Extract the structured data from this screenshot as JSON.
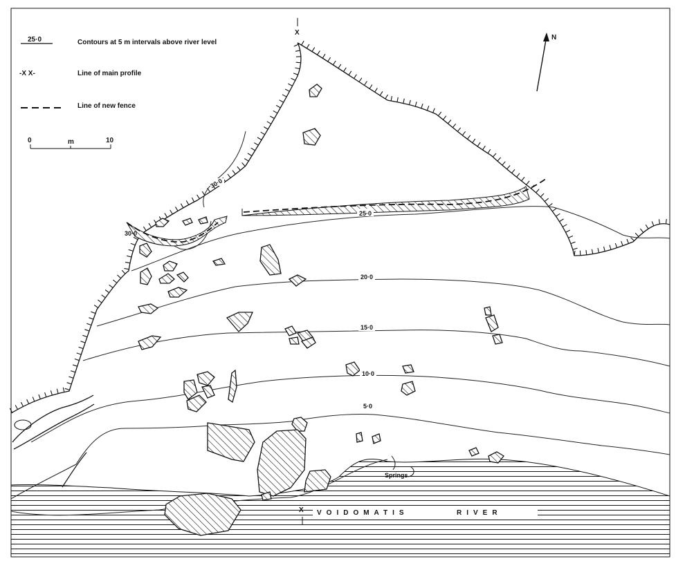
{
  "legend": {
    "contour_sample": "25·0",
    "contour_text": "Contours at 5 m intervals above river level",
    "profile_symbol": "-X X-",
    "profile_text": "Line of main profile",
    "fence_text": "Line of new fence",
    "scale_start": "0",
    "scale_unit": "m",
    "scale_end": "10"
  },
  "north_label": "N",
  "contour_labels": [
    "30·0",
    "30·0",
    "25·0",
    "20·0",
    "15·0",
    "10·0",
    "5·0"
  ],
  "profile_markers": {
    "top": "X",
    "bottom": "X"
  },
  "springs_label": "Springs",
  "river_label": "VOIDOMATIS",
  "river_word": "RIVER",
  "colors": {
    "ink": "#111111",
    "paper": "#ffffff"
  }
}
